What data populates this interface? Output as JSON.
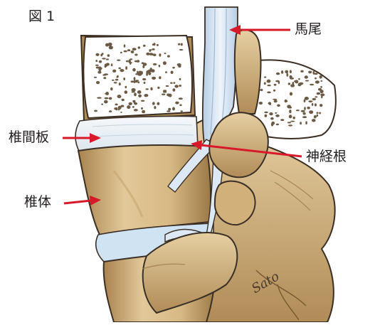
{
  "figure_number": "図 1",
  "labels": {
    "cauda_equina": "馬尾",
    "disc": "椎間板",
    "nerve_root": "神経根",
    "vertebral_body": "椎体"
  },
  "signature": "Sato",
  "colors": {
    "bone": "#d8bd8a",
    "bone_shadow": "#a8834f",
    "bone_dark": "#7a5a33",
    "nerve": "#dce9f5",
    "nerve_shade": "#a9c3de",
    "disc": "#eef4f8",
    "marrow": "#ffffff",
    "dots": "#6b5a45",
    "arrow": "#d7192a",
    "outline": "#3b2f25"
  }
}
